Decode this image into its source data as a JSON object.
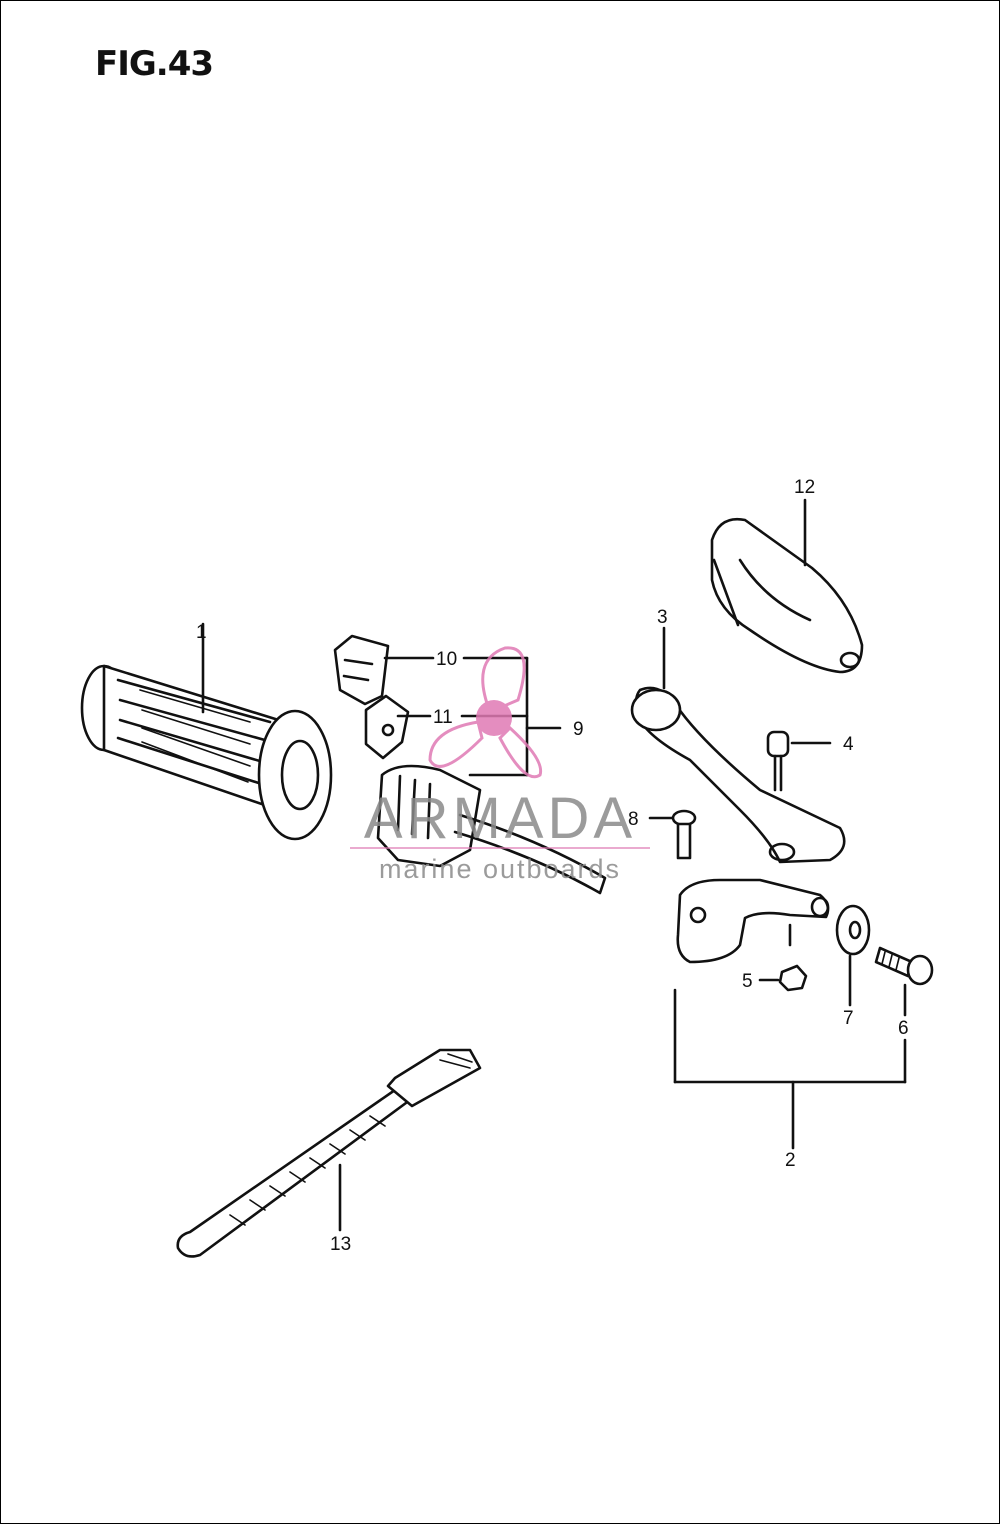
{
  "figure": {
    "title": "FIG.43"
  },
  "callouts": {
    "c1": "1",
    "c2": "2",
    "c3": "3",
    "c4": "4",
    "c5": "5",
    "c6": "6",
    "c7": "7",
    "c8": "8",
    "c9": "9",
    "c10": "10",
    "c11": "11",
    "c12": "12",
    "c13": "13"
  },
  "watermark": {
    "brand": "ARMADA",
    "tagline": "marine outboards",
    "accent_color": "#e07ab4",
    "text_color": "#8a8a8a"
  }
}
